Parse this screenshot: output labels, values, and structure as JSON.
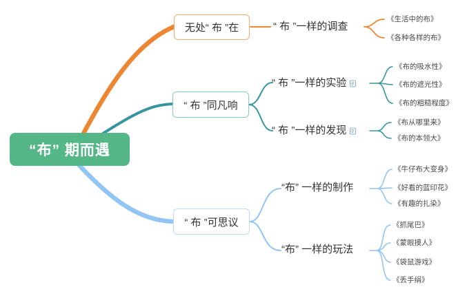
{
  "colors": {
    "root_green": "#55B687",
    "branch1_orange": "#ED8633",
    "branch1_border": "#F2A96B",
    "branch2_teal": "#36959E",
    "branch2_border": "#86CAD1",
    "branch3_blue": "#92C5F3",
    "branch3_border": "#B9D9F6",
    "topic_text": "#333333",
    "leaf_text": "#4A4A4A",
    "note_icon": "#8FB3C7"
  },
  "map": {
    "root": {
      "label": "“布” 期而遇"
    },
    "branches": [
      {
        "label": "无处“ 布 ”在",
        "children": [
          {
            "label": "“ 布 ”一样的调查",
            "leaves": [
              "《生活中的布》",
              "《各种各样的布》"
            ]
          }
        ]
      },
      {
        "label": "“ 布 ”同凡响",
        "children": [
          {
            "label": "“ 布 ”一样的实验",
            "has_note": true,
            "leaves": [
              "《布的吸水性》",
              "《布的遮光性》",
              "《布的粗糙程度》"
            ]
          },
          {
            "label": "“ 布 ”一样的发现",
            "has_note": true,
            "leaves": [
              "《布从哪里来》",
              "《布的本领大》"
            ]
          }
        ]
      },
      {
        "label": "“ 布 ”可思议",
        "children": [
          {
            "label": "“布” 一样的制作",
            "leaves": [
              "《牛仔布大变身》",
              "《好看的蓝印花》",
              "《有趣的扎染》"
            ]
          },
          {
            "label": "“布” 一样的玩法",
            "leaves": [
              "《抓尾巴》",
              "《蒙眼摸人》",
              "《袋鼠游戏》",
              "《丢手绢》"
            ]
          }
        ]
      }
    ]
  }
}
